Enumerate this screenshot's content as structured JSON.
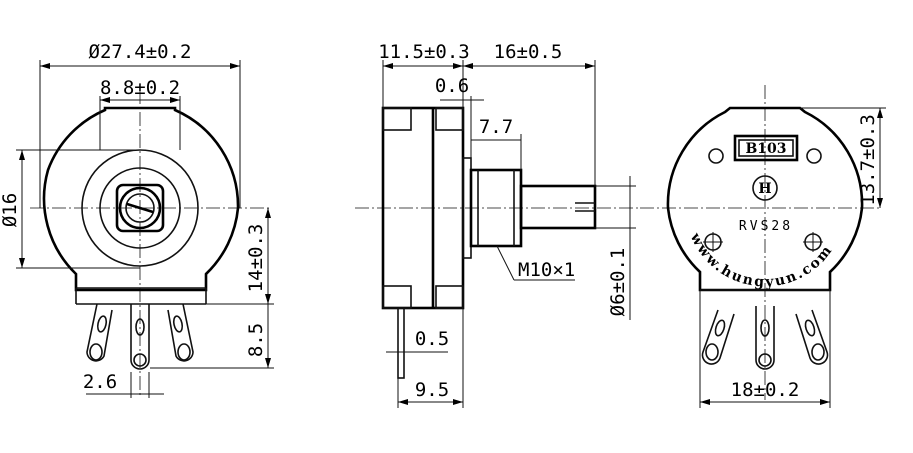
{
  "front_view": {
    "dim_outer_diameter": "Ø27.4±0.2",
    "dim_boss": "8.8±0.2",
    "dim_body_height": "Ø16",
    "dim_center_to_base": "14±0.3",
    "dim_terminal_length": "8.5",
    "dim_terminal_width": "2.6"
  },
  "side_view": {
    "dim_body_length": "11.5±0.3",
    "dim_shaft_length": "16±0.5",
    "dim_flange": "0.6",
    "dim_bushing": "7.7",
    "dim_thread": "M10×1",
    "dim_shaft_diameter": "Ø6±0.1",
    "dim_terminal_thickness": "0.5",
    "dim_terminal_offset": "9.5"
  },
  "back_view": {
    "label_value": "B103",
    "model": "RVS28",
    "website": "www.hungyun.com",
    "dim_height": "13.7±0.3",
    "dim_terminal_span": "18±0.2"
  }
}
